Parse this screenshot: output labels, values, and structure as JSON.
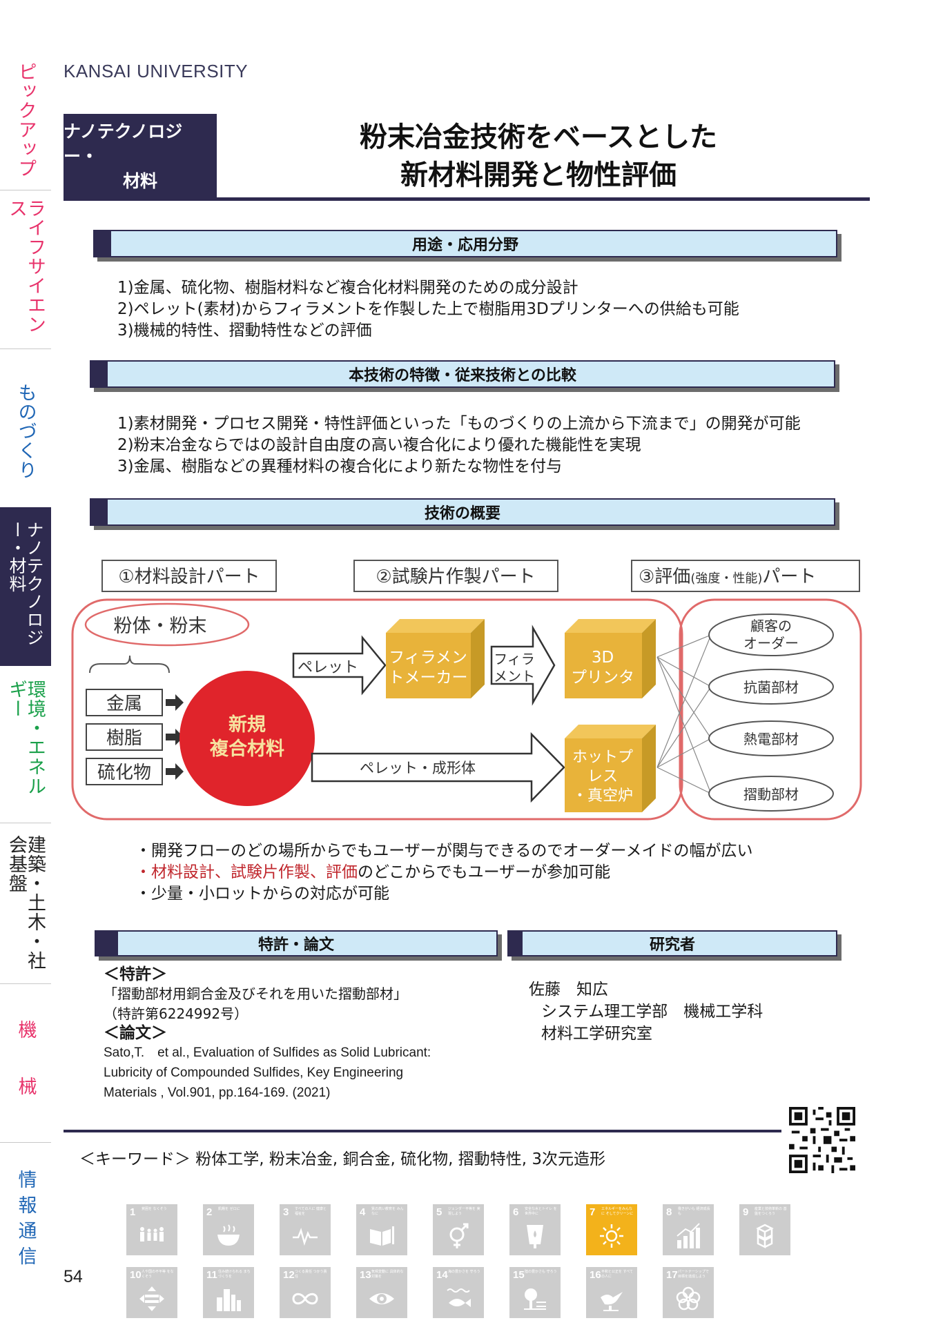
{
  "side_tabs": [
    {
      "label": "ピックアップ",
      "color": "#e8336b"
    },
    {
      "label": "ライフサイエンス",
      "color": "#e8336b"
    },
    {
      "label": "ものづくり",
      "color": "#1f66b5"
    },
    {
      "label": "ナノテクノロジー・材料",
      "color": "#ffffff"
    },
    {
      "label": "環境・エネルギー",
      "color": "#1aa04a"
    },
    {
      "label": "建築・土木・社会基盤",
      "color": "#222222"
    },
    {
      "label": "機　械",
      "color": "#e8336b"
    },
    {
      "label": "情報通信",
      "color": "#1f66b5"
    }
  ],
  "header": {
    "university": "KANSAI UNIVERSITY",
    "category_line1": "ナノテクノロジー・",
    "category_line2": "材料",
    "title_line1": "粉末冶金技術をベースとした",
    "title_line2": "新材料開発と物性評価"
  },
  "sections": {
    "applications": {
      "heading": "用途・応用分野",
      "items": [
        "1)金属、硫化物、樹脂材料など複合化材料開発のための成分設計",
        "2)ペレット(素材)からフィラメントを作製した上で樹脂用3Dプリンターへの供給も可能",
        "3)機械的特性、摺動特性などの評価"
      ]
    },
    "features": {
      "heading": "本技術の特徴・従来技術との比較",
      "items": [
        "1)素材開発・プロセス開発・特性評価といった「ものづくりの上流から下流まで」の開発が可能",
        "2)粉末冶金ならではの設計自由度の高い複合化により優れた機能性を実現",
        "3)金属、樹脂などの異種材料の複合化により新たな物性を付与"
      ]
    },
    "overview": {
      "heading": "技術の概要",
      "diagram": {
        "part1": "①材料設計パート",
        "part2": "②試験片作製パート",
        "part3_main": "③評価",
        "part3_sub": "(強度・性能)",
        "part3_end": "パート",
        "powder": "粉体・粉末",
        "inputs": [
          "金属",
          "樹脂",
          "硫化物"
        ],
        "core_line1": "新規",
        "core_line2": "複合材料",
        "pellet": "ペレット",
        "filament_maker_line1": "フィラメン",
        "filament_maker_line2": "トメーカー",
        "filament_line1": "フィラ",
        "filament_line2": "メント",
        "printer_line1": "3D",
        "printer_line2": "プリンタ",
        "pellet_molded": "ペレット・成形体",
        "hotpress_line1": "ホットプ",
        "hotpress_line2": "レス",
        "hotpress_line3": "・真空炉",
        "outputs": [
          "顧客の",
          "オーダー",
          "抗菌部材",
          "熱電部材",
          "摺動部材"
        ]
      },
      "bullets": [
        "・開発フローのどの場所からでもユーザーが関与できるのでオーダーメイドの幅が広い",
        "・材料設計、試験片作製、評価",
        "のどこからでもユーザーが参加可能",
        "・少量・小ロットからの対応が可能"
      ]
    },
    "patents": {
      "heading": "特許・論文",
      "patent_heading": "＜特許＞",
      "patent_title": "「摺動部材用銅合金及びそれを用いた摺動部材」",
      "patent_number": "（特許第6224992号）",
      "paper_heading": "＜論文＞",
      "paper_line1": "Sato,T.　et al., Evaluation of Sulfides as Solid Lubricant:",
      "paper_line2": "Lubricity of Compounded Sulfides, Key Engineering",
      "paper_line3": "Materials , Vol.901, pp.164-169. (2021)"
    },
    "researcher": {
      "heading": "研究者",
      "name": "佐藤　知広",
      "affiliation": "システム理工学部　機械工学科",
      "lab": "材料工学研究室"
    }
  },
  "keywords": "＜キーワード＞ 粉体工学, 粉末冶金, 銅合金, 硫化物, 摺動特性, 3次元造形",
  "sdgs": [
    {
      "num": "1",
      "text": "貧困を なくそう",
      "icon": "people-icon",
      "active": false
    },
    {
      "num": "2",
      "text": "飢餓を ゼロに",
      "icon": "bowl-icon",
      "active": false
    },
    {
      "num": "3",
      "text": "すべての人に 健康と福祉を",
      "icon": "heartbeat-icon",
      "active": false
    },
    {
      "num": "4",
      "text": "質の高い教育を みんなに",
      "icon": "book-icon",
      "active": false
    },
    {
      "num": "5",
      "text": "ジェンダー平等を 実現しよう",
      "icon": "gender-icon",
      "active": false
    },
    {
      "num": "6",
      "text": "安全な水とトイレ を世界中に",
      "icon": "water-icon",
      "active": false
    },
    {
      "num": "7",
      "text": "エネルギーをみんなに そしてクリーンに",
      "icon": "sun-icon",
      "active": true
    },
    {
      "num": "8",
      "text": "働きがいも 経済成長も",
      "icon": "growth-icon",
      "active": false
    },
    {
      "num": "9",
      "text": "産業と技術革新の 基盤をつくろう",
      "icon": "cubes-icon",
      "active": false
    },
    {
      "num": "10",
      "text": "人や国の不平等 をなくそう",
      "icon": "equality-icon",
      "active": false
    },
    {
      "num": "11",
      "text": "住み続けられる まちづくりを",
      "icon": "city-icon",
      "active": false
    },
    {
      "num": "12",
      "text": "つくる責任 つかう責任",
      "icon": "infinity-icon",
      "active": false
    },
    {
      "num": "13",
      "text": "気候変動に 具体的な対策を",
      "icon": "eye-icon",
      "active": false
    },
    {
      "num": "14",
      "text": "海の豊かさを 守ろう",
      "icon": "fish-icon",
      "active": false
    },
    {
      "num": "15",
      "text": "陸の豊かさも 守ろう",
      "icon": "tree-icon",
      "active": false
    },
    {
      "num": "16",
      "text": "平和と公正を すべての人に",
      "icon": "dove-icon",
      "active": false
    },
    {
      "num": "17",
      "text": "パートナーシップで 目標を達成しよう",
      "icon": "flower-icon",
      "active": false
    }
  ],
  "page_number": "54",
  "colors": {
    "navy": "#2e2a4f",
    "section_fill": "#cfe9f7",
    "box_gold": "#e8b33a",
    "core_red": "#e0242b",
    "diagram_outline": "#e06a6a",
    "sdg7": "#f3b21b"
  }
}
